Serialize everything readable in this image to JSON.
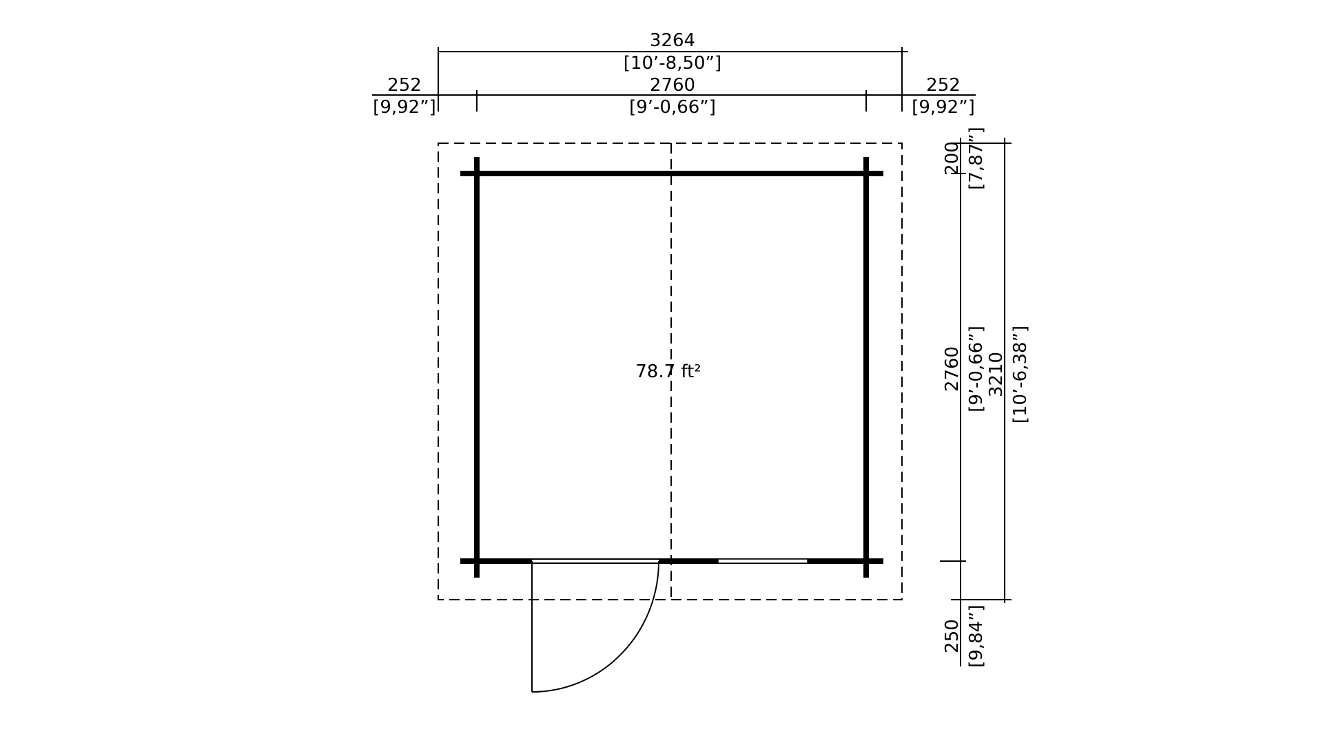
{
  "colors": {
    "background": "#ffffff",
    "ink": "#000000"
  },
  "floor_area": "78.7 ft²",
  "dims_top": {
    "overall_mm": "3264",
    "overall_imperial": "[10’-8,50”]",
    "left_overhang_mm": "252",
    "left_overhang_imperial": "[9,92”]",
    "inner_mm": "2760",
    "inner_imperial": "[9’-0,66”]",
    "right_overhang_mm": "252",
    "right_overhang_imperial": "[9,92”]"
  },
  "dims_right": {
    "top_overhang_mm": "200",
    "top_overhang_imperial": "[7,87”]",
    "inner_mm": "2760",
    "inner_imperial": "[9’-0,66”]",
    "overall_mm": "3210",
    "overall_imperial": "[10’-6,38”]",
    "bottom_overhang_mm": "250",
    "bottom_overhang_imperial": "[9,84”]"
  }
}
